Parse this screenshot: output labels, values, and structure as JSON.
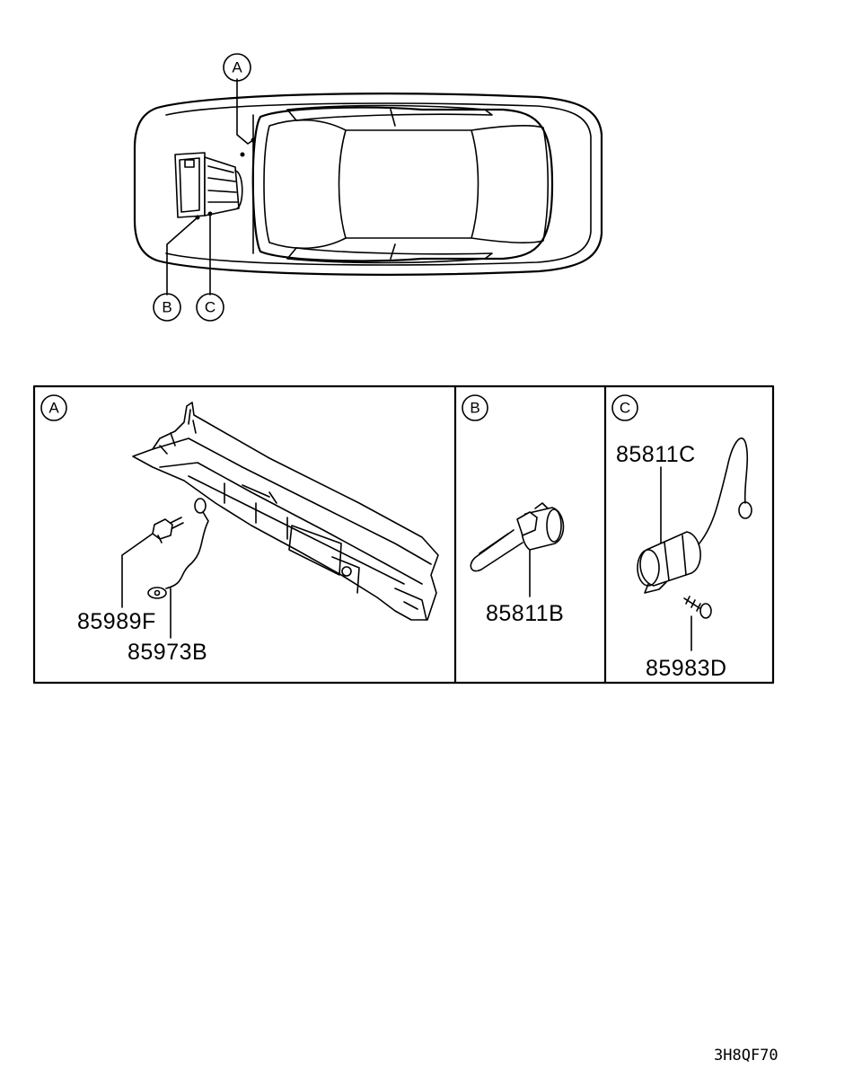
{
  "overview": {
    "markers": [
      "A",
      "B",
      "C"
    ]
  },
  "panels": [
    {
      "letter": "A",
      "parts": [
        "85989F",
        "85973B"
      ]
    },
    {
      "letter": "B",
      "parts": [
        "85811B"
      ]
    },
    {
      "letter": "C",
      "parts": [
        "85811C",
        "85983D"
      ]
    }
  ],
  "diagram_code": "3H8QF70"
}
